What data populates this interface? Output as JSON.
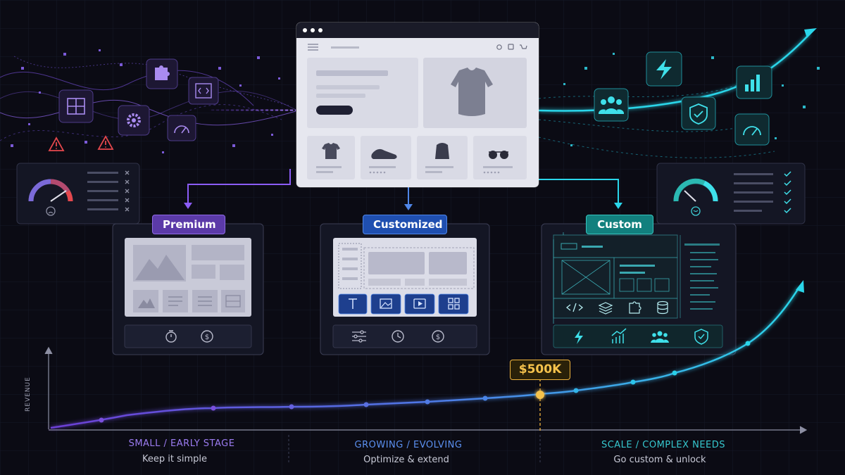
{
  "tiers": {
    "premium": {
      "label": "Premium"
    },
    "customized": {
      "label": "Customized"
    },
    "custom": {
      "label": "Custom"
    }
  },
  "milestone": {
    "label": "$500K"
  },
  "axis": {
    "ylabel": "REVENUE"
  },
  "stages": [
    {
      "title": "SMALL / EARLY STAGE",
      "subtitle": "Keep it simple"
    },
    {
      "title": "GROWING / EVOLVING",
      "subtitle": "Optimize & extend"
    },
    {
      "title": "SCALE / COMPLEX NEEDS",
      "subtitle": "Go custom & unlock"
    }
  ],
  "colors": {
    "purple": "#8b5cf6",
    "blue": "#4f86e8",
    "cyan": "#22d3ee",
    "teal": "#2bb8b2",
    "gold": "#f6c24c",
    "warning": "#e5484d"
  },
  "icons": {
    "left_cluster": [
      "layout-icon",
      "puzzle-icon",
      "code-icon",
      "gear-icon",
      "gauge-icon",
      "warning-icon"
    ],
    "right_cluster": [
      "lightning-icon",
      "bar-chart-icon",
      "team-icon",
      "shield-icon",
      "gauge-icon"
    ]
  }
}
